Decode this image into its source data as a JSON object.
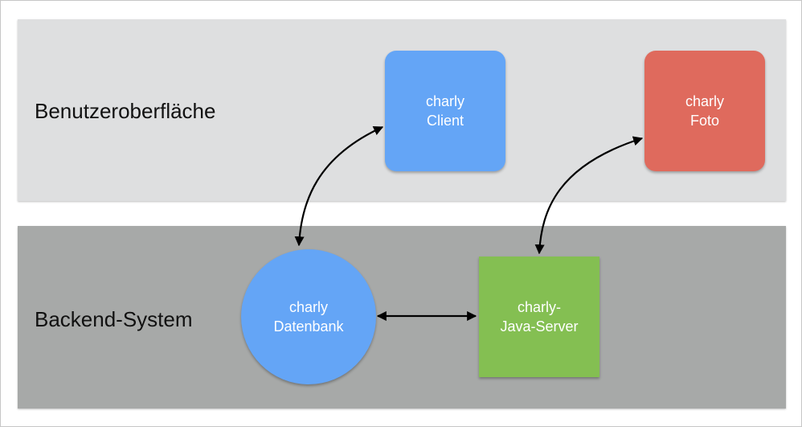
{
  "layers": {
    "ui": {
      "label": "Benutzeroberfläche",
      "color": "#dedfe0"
    },
    "backend": {
      "label": "Backend-System",
      "color": "#a7a9a8"
    }
  },
  "nodes": {
    "client": {
      "line1": "charly",
      "line2": "Client",
      "color": "#64a5f6",
      "shape": "rounded-square"
    },
    "foto": {
      "line1": "charly",
      "line2": "Foto",
      "color": "#df6a5d",
      "shape": "rounded-square"
    },
    "datenbank": {
      "line1": "charly",
      "line2": "Datenbank",
      "color": "#64a5f6",
      "shape": "circle"
    },
    "java_server": {
      "line1": "charly-",
      "line2": "Java-Server",
      "color": "#84bf52",
      "shape": "square"
    }
  },
  "edges": [
    {
      "from": "datenbank",
      "to": "client",
      "direction": "both"
    },
    {
      "from": "java_server",
      "to": "foto",
      "direction": "both"
    },
    {
      "from": "datenbank",
      "to": "java_server",
      "direction": "both"
    }
  ]
}
